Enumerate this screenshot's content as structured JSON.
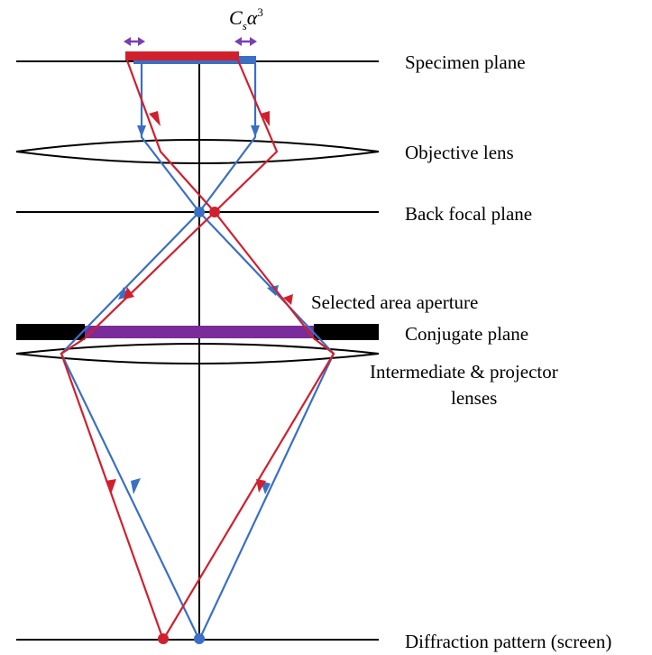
{
  "labels": {
    "specimen_plane": "Specimen plane",
    "objective_lens": "Objective lens",
    "back_focal_plane": "Back focal plane",
    "selected_area_aperture": "Selected area aperture",
    "conjugate_plane": "Conjugate plane",
    "intermediate_line1": "Intermediate & projector",
    "intermediate_line2": "lenses",
    "diffraction_pattern": "Diffraction pattern (screen)"
  },
  "aberration": {
    "letter": "C",
    "subscript": "s",
    "greek": "α",
    "exponent": "3"
  },
  "colors": {
    "red_ray": "#d0202e",
    "blue_ray": "#3a6fc4",
    "aperture_opening": "#7a2d9a",
    "arrow_marker": "#7a3fb0",
    "aperture_blade": "#000000",
    "axis": "#000000"
  }
}
